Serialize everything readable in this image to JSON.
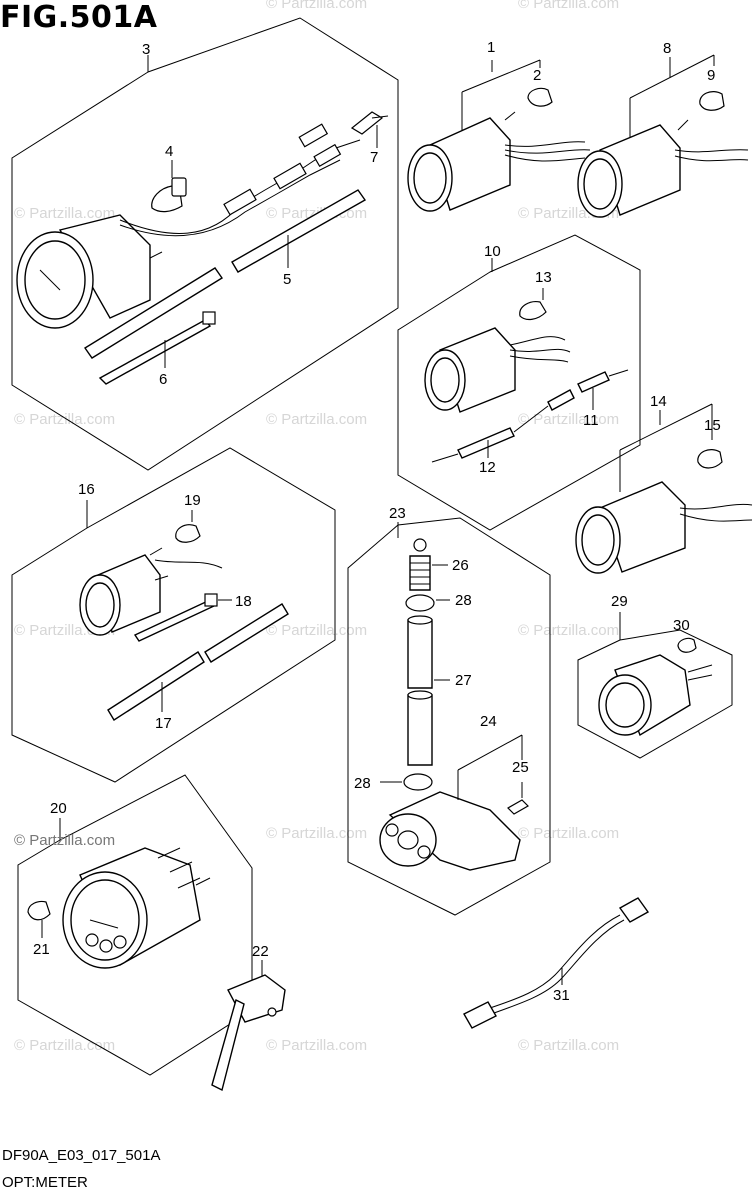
{
  "figure": {
    "title": "FIG.501A",
    "code": "DF90A_E03_017_501A",
    "name": "OPT:METER"
  },
  "watermark": "© Partzilla.com",
  "callouts": [
    "1",
    "2",
    "3",
    "4",
    "5",
    "6",
    "7",
    "8",
    "9",
    "10",
    "11",
    "12",
    "13",
    "14",
    "15",
    "16",
    "17",
    "18",
    "19",
    "20",
    "21",
    "22",
    "23",
    "24",
    "25",
    "26",
    "27",
    "28",
    "28b",
    "29",
    "30",
    "31"
  ],
  "labels": {
    "c1": "1",
    "c2": "2",
    "c3": "3",
    "c4": "4",
    "c5": "5",
    "c6": "6",
    "c7": "7",
    "c8": "8",
    "c9": "9",
    "c10": "10",
    "c11": "11",
    "c12": "12",
    "c13": "13",
    "c14": "14",
    "c15": "15",
    "c16": "16",
    "c17": "17",
    "c18": "18",
    "c19": "19",
    "c20": "20",
    "c21": "21",
    "c22": "22",
    "c23": "23",
    "c24": "24",
    "c25": "25",
    "c26": "26",
    "c27": "27",
    "c28": "28",
    "c28b": "28",
    "c29": "29",
    "c30": "30",
    "c31": "31"
  }
}
